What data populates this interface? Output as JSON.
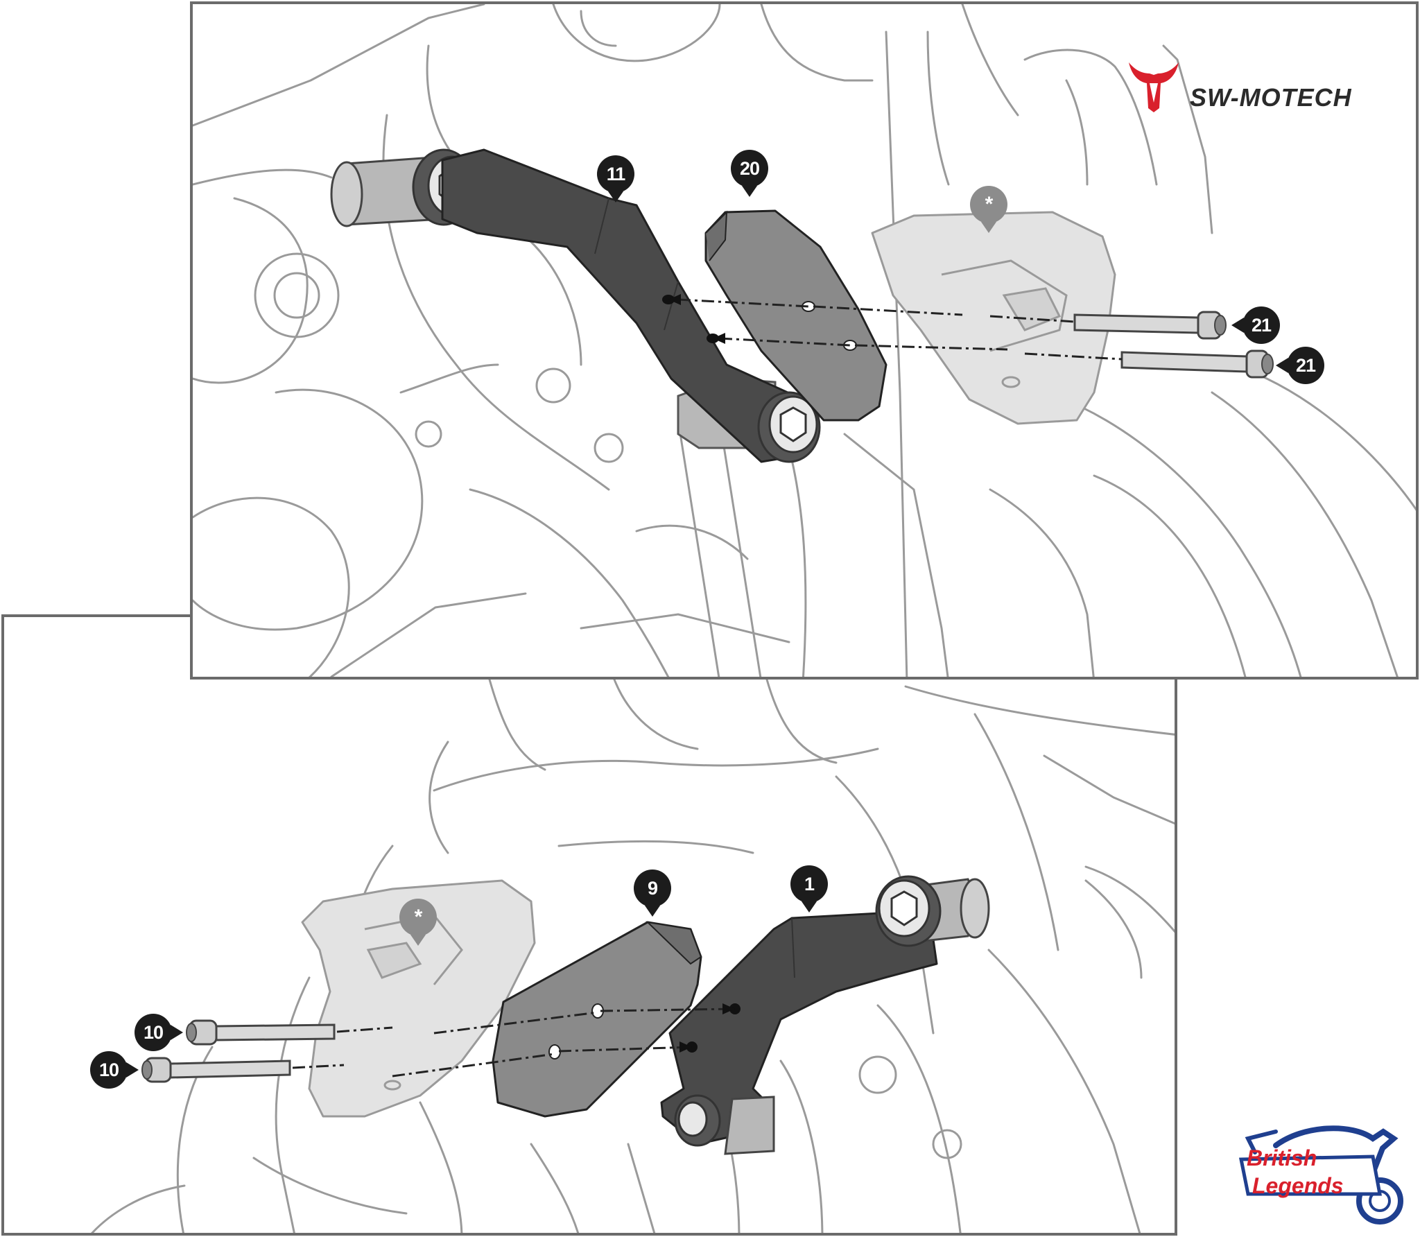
{
  "logos": {
    "sw_motech": "SW-MOTECH",
    "british_legends": [
      "British",
      "Legends"
    ]
  },
  "colors": {
    "frame_border": "#6b6b6b",
    "callout_fill": "#1c1c1c",
    "callout_optional_fill": "#8c8c8c",
    "sw_motech_red": "#d9202c",
    "british_legends_red": "#d9202c",
    "british_legends_blue": "#1f3f8f"
  },
  "top_panel": {
    "callouts": [
      "11",
      "20",
      "*",
      "21",
      "21"
    ]
  },
  "bottom_panel": {
    "callouts": [
      "9",
      "1",
      "*",
      "10",
      "10"
    ]
  }
}
